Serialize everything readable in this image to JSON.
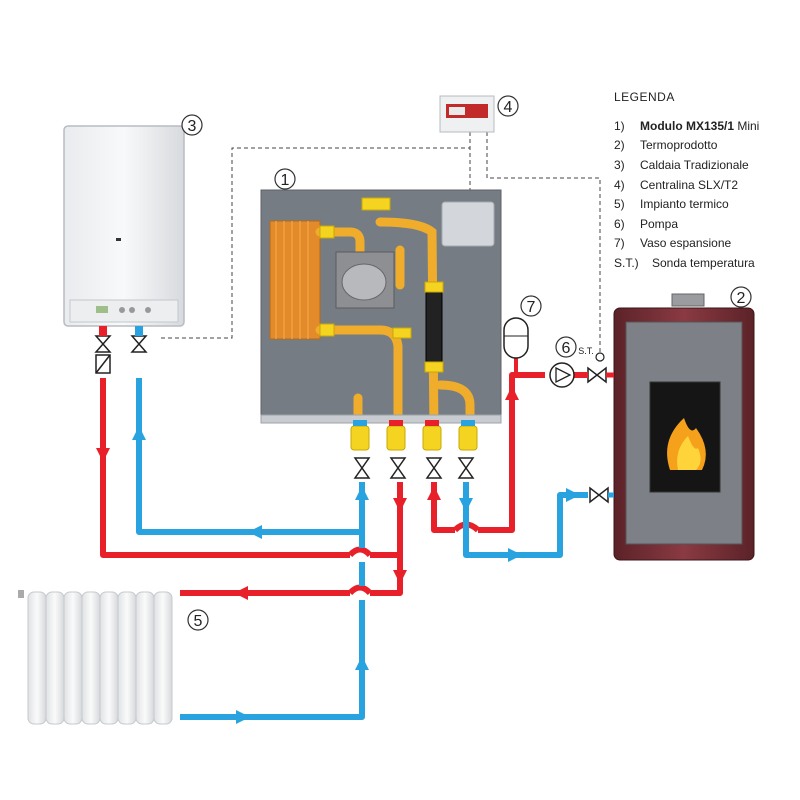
{
  "legend": {
    "title": "LEGENDA",
    "items": [
      {
        "num": "1)",
        "text_bold": "Modulo MX135/1",
        "text": " Mini"
      },
      {
        "num": "2)",
        "text_bold": "",
        "text": "Termoprodotto"
      },
      {
        "num": "3)",
        "text_bold": "",
        "text": "Caldaia Tradizionale"
      },
      {
        "num": "4)",
        "text_bold": "",
        "text": "Centralina SLX/T2"
      },
      {
        "num": "5)",
        "text_bold": "",
        "text": "Impianto termico"
      },
      {
        "num": "6)",
        "text_bold": "",
        "text": "Pompa"
      },
      {
        "num": "7)",
        "text_bold": "",
        "text": "Vaso espansione"
      },
      {
        "num": "S.T.)",
        "text_bold": "",
        "text": "Sonda temperatura"
      }
    ]
  },
  "markers": {
    "m1": "1",
    "m2": "2",
    "m3": "3",
    "m4": "4",
    "m5": "5",
    "m6": "6",
    "m7": "7"
  },
  "sensor_label": "S.T.",
  "colors": {
    "hot": "#e8202a",
    "cold": "#29a3df",
    "fitting": "#f2d21c",
    "pipe_yellow": "#eea92a",
    "panel": "#7a8088"
  }
}
